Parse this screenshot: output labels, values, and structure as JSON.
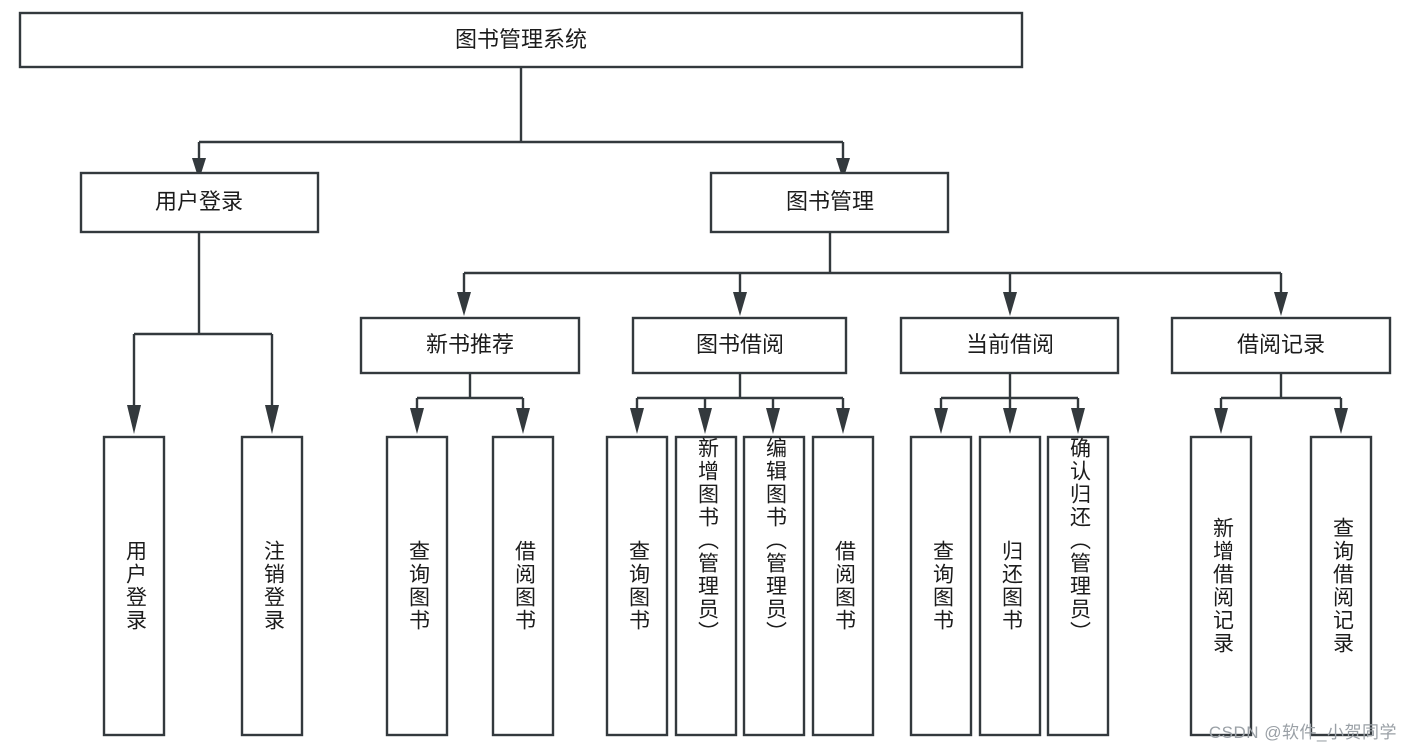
{
  "diagram": {
    "type": "tree",
    "title": "图书管理系统",
    "orientation": "top-down",
    "colors": {
      "box_stroke": "#33393d",
      "box_fill": "#ffffff",
      "connector": "#33393d",
      "text": "#1c1c1c",
      "background": "#ffffff",
      "watermark": "#9aa0a6"
    },
    "root": {
      "label": "图书管理系统",
      "name": "node-root-system"
    },
    "level2": [
      {
        "label": "用户登录",
        "name": "node-user-login"
      },
      {
        "label": "图书管理",
        "name": "node-book-management"
      }
    ],
    "level3": [
      {
        "label": "新书推荐",
        "name": "node-new-book-recommend"
      },
      {
        "label": "图书借阅",
        "name": "node-book-borrow"
      },
      {
        "label": "当前借阅",
        "name": "node-current-borrow"
      },
      {
        "label": "借阅记录",
        "name": "node-borrow-record"
      }
    ],
    "leaves": {
      "user_login": [
        {
          "label": "用户登录",
          "name": "leaf-user-login"
        },
        {
          "label": "注销登录",
          "name": "leaf-logout"
        }
      ],
      "new_book_recommend": [
        {
          "label": "查询图书",
          "name": "leaf-query-book-recommend"
        },
        {
          "label": "借阅图书",
          "name": "leaf-borrow-book-recommend"
        }
      ],
      "book_borrow": [
        {
          "label": "查询图书",
          "name": "leaf-query-book-borrow"
        },
        {
          "label": "新增图书（管理员）",
          "name": "leaf-add-book-admin"
        },
        {
          "label": "编辑图书（管理员）",
          "name": "leaf-edit-book-admin"
        },
        {
          "label": "借阅图书",
          "name": "leaf-borrow-book"
        }
      ],
      "current_borrow": [
        {
          "label": "查询图书",
          "name": "leaf-query-book-current"
        },
        {
          "label": "归还图书",
          "name": "leaf-return-book"
        },
        {
          "label": "确认归还（管理员）",
          "name": "leaf-confirm-return-admin"
        }
      ],
      "borrow_record": [
        {
          "label": "新增借阅记录",
          "name": "leaf-add-borrow-record"
        },
        {
          "label": "查询借阅记录",
          "name": "leaf-query-borrow-record"
        }
      ]
    }
  },
  "watermark": {
    "text": "CSDN @软件_小贺同学"
  }
}
